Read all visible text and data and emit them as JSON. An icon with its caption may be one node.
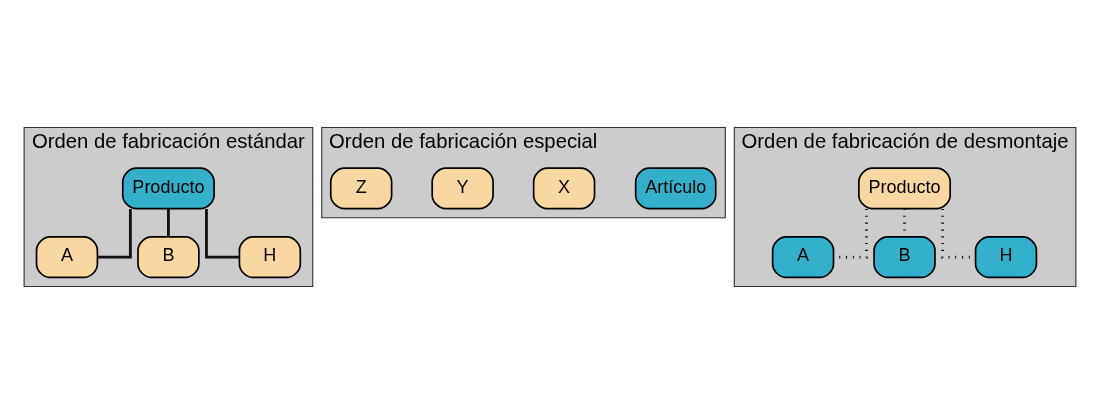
{
  "diagram": {
    "nodes": [
      {
        "text": [
          "Orden de fabricación estándar"
        ]
      },
      {
        "text": [
          "Producto"
        ],
        "in": 0
      },
      {
        "text": [
          "A"
        ],
        "in": 0
      },
      {
        "text": [
          "B"
        ],
        "in": 0
      },
      {
        "text": [
          "H"
        ],
        "in": 0
      },
      {
        "text": [
          "Orden de fabricación especial"
        ]
      },
      {
        "text": [
          "Artículo"
        ],
        "in": 5
      },
      {
        "text": [
          "X"
        ],
        "in": 5
      },
      {
        "text": [
          "Y"
        ],
        "in": 5
      },
      {
        "text": [
          "Z"
        ],
        "in": 5
      },
      {
        "text": [
          "Orden de fabricación de desmontaje"
        ]
      },
      {
        "text": [
          "Producto"
        ],
        "in": 10
      },
      {
        "text": [
          "A"
        ],
        "in": 10
      },
      {
        "text": [
          "B"
        ],
        "in": 10
      },
      {
        "text": [
          "H"
        ],
        "in": 10
      }
    ],
    "edges": [
      {
        "from": 1,
        "to": 2,
        "arrow": "none"
      },
      {
        "from": 1,
        "to": 3,
        "arrow": "none"
      },
      {
        "from": 1,
        "to": 4,
        "arrow": "none"
      },
      {
        "from": 11,
        "to": 12,
        "arrow": "none",
        "style": "dashed"
      },
      {
        "from": 11,
        "to": 13,
        "arrow": "none",
        "style": "dashed"
      },
      {
        "from": 11,
        "to": 14,
        "arrow": "none",
        "style": "dashed"
      }
    ]
  }
}
